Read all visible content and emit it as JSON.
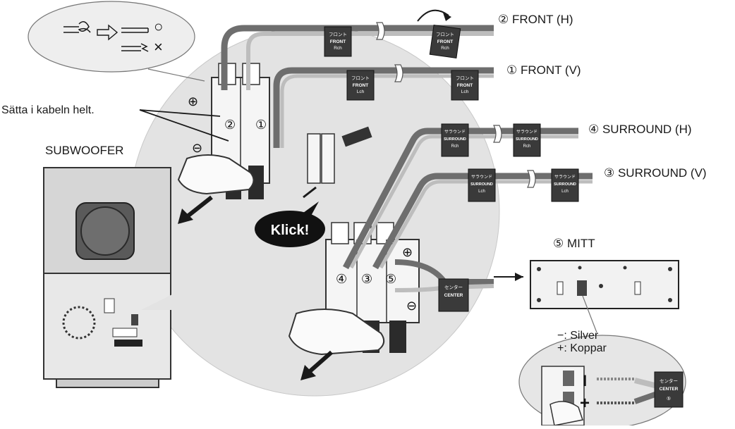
{
  "labels": {
    "front_r": "② FRONT (H)",
    "front_l": "① FRONT (V)",
    "surround_r": "④ SURROUND (H)",
    "surround_l": "③ SURROUND (V)",
    "center": "⑤ MITT",
    "subwoofer": "SUBWOOFER",
    "insert_fully": "Sätta i kabeln helt.",
    "click": "Klick!",
    "minus_silver": "−: Silver",
    "plus_copper": "+: Koppar",
    "plus_sign": "⊕",
    "minus_sign": "⊖",
    "ok_mark": "○",
    "ng_mark": "×"
  },
  "tags": {
    "front_jp": "フロント",
    "front": "FRONT",
    "rch": "Rch",
    "lch": "Lch",
    "surround_jp": "サラウンド",
    "surround": "SURROUND",
    "center_jp": "センター",
    "center": "CENTER"
  },
  "terminal_numbers": {
    "t1": "①",
    "t2": "②",
    "t3": "③",
    "t4": "④",
    "t5": "⑤"
  },
  "colors": {
    "line": "#1a1a1a",
    "panel": "#d9d9d9",
    "bubble": "#e6e6e6",
    "cable_dark": "#6e6e6e",
    "cable_light": "#bdbdbd",
    "tag": "#3a3a3a"
  }
}
